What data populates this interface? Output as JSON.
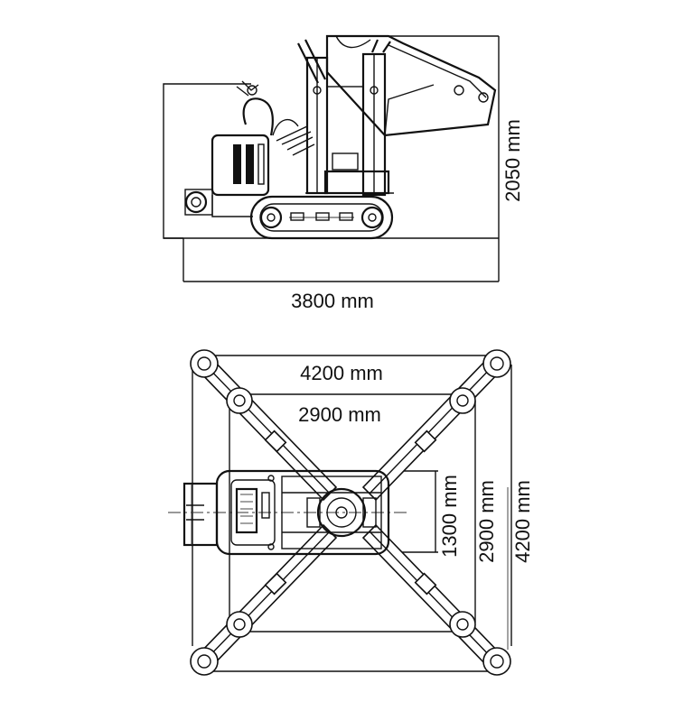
{
  "side_view": {
    "length_label": "3800 mm",
    "height_label": "2050 mm"
  },
  "top_view": {
    "outer_width_label": "4200 mm",
    "inner_width_label": "2900 mm",
    "body_width_label": "1300 mm",
    "inner_depth_label": "2900 mm",
    "outer_depth_label": "4200 mm"
  }
}
